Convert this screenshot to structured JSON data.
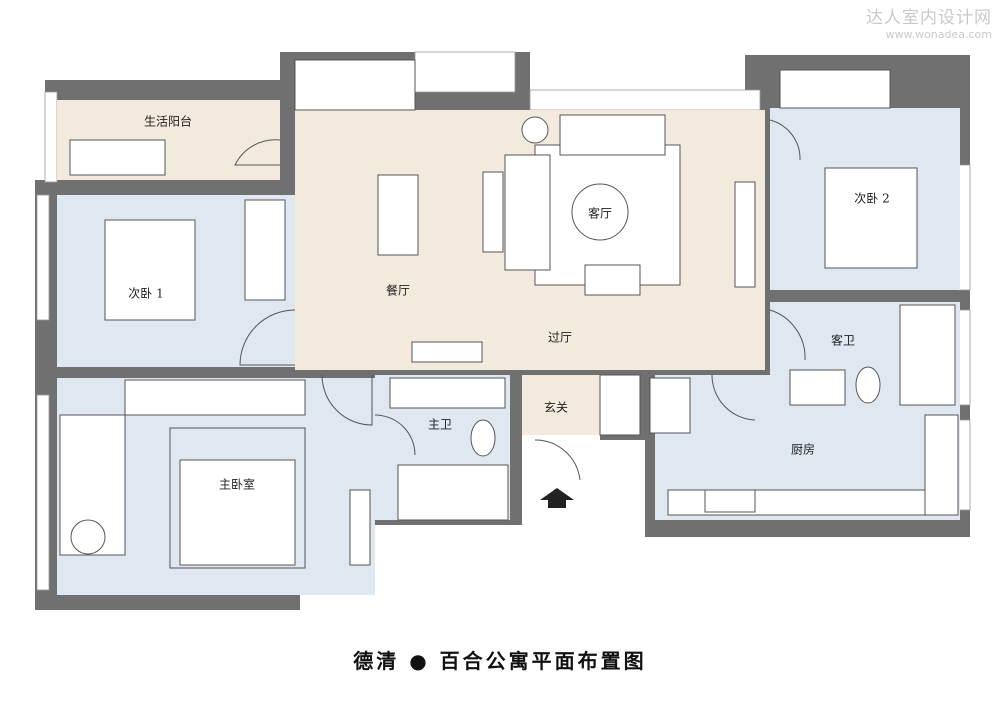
{
  "watermark": {
    "name": "达人室内设计网",
    "url": "www.wonadea.com"
  },
  "title": "德清 ● 百合公寓平面布置图",
  "rooms": {
    "balcony": "生活阳台",
    "bedroom2": "次卧 1",
    "dining": "餐厅",
    "living": "客厅",
    "hall": "过厅",
    "bedroom3": "次卧 2",
    "guest_bath": "客卫",
    "master_bath": "主卫",
    "foyer": "玄关",
    "kitchen": "厨房",
    "master_bedroom": "主卧室"
  },
  "colors": {
    "wall": "#707070",
    "beige": "#f2eadd",
    "blue": "#dfe7f1",
    "window": "#ffffff"
  }
}
